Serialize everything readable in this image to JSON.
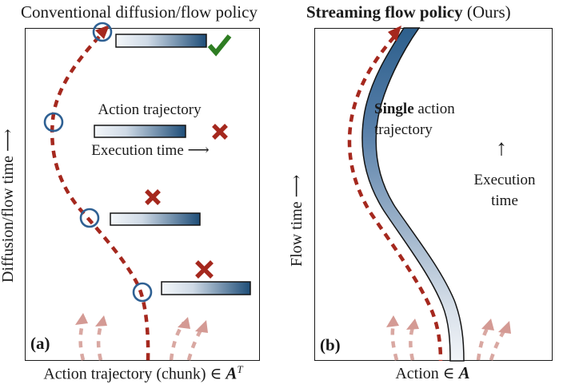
{
  "figure": {
    "panel_a": {
      "title": "Conventional diffusion/flow policy",
      "tag": "(a)",
      "y_axis_label": "Diffusion/flow time ⟶",
      "x_axis_label": {
        "text": "Action trajectory (chunk) ∈ ",
        "set_symbol": "A",
        "superscript": "T"
      },
      "legend": {
        "line1": "Action trajectory",
        "line2": "Execution time ⟶"
      }
    },
    "panel_b": {
      "title_bold": "Streaming flow policy",
      "title_suffix": " (Ours)",
      "tag": "(b)",
      "y_axis_label": "Flow time ⟶",
      "x_axis_label": {
        "text": "Action ∈ ",
        "set_symbol": "A"
      },
      "annotation": {
        "bold": "Single",
        "rest": " action",
        "line2": "trajectory"
      },
      "execution_label": {
        "arrow": "↑",
        "line1": "Execution",
        "line2": "time"
      }
    },
    "colors": {
      "dashed_curve_red": "#a5281e",
      "cross_red": "#a5281e",
      "check_green": "#2e7d22",
      "circle_blue": "#2e6093",
      "bar_gradient_start": "#f4f7fa",
      "bar_gradient_end": "#1e4d78",
      "band_gradient_top": "#2d5f8c",
      "band_gradient_bottom": "#f1f4f8",
      "faded_arrow_pink": "#d9a8a2",
      "border_black": "#1a1a1a"
    }
  }
}
